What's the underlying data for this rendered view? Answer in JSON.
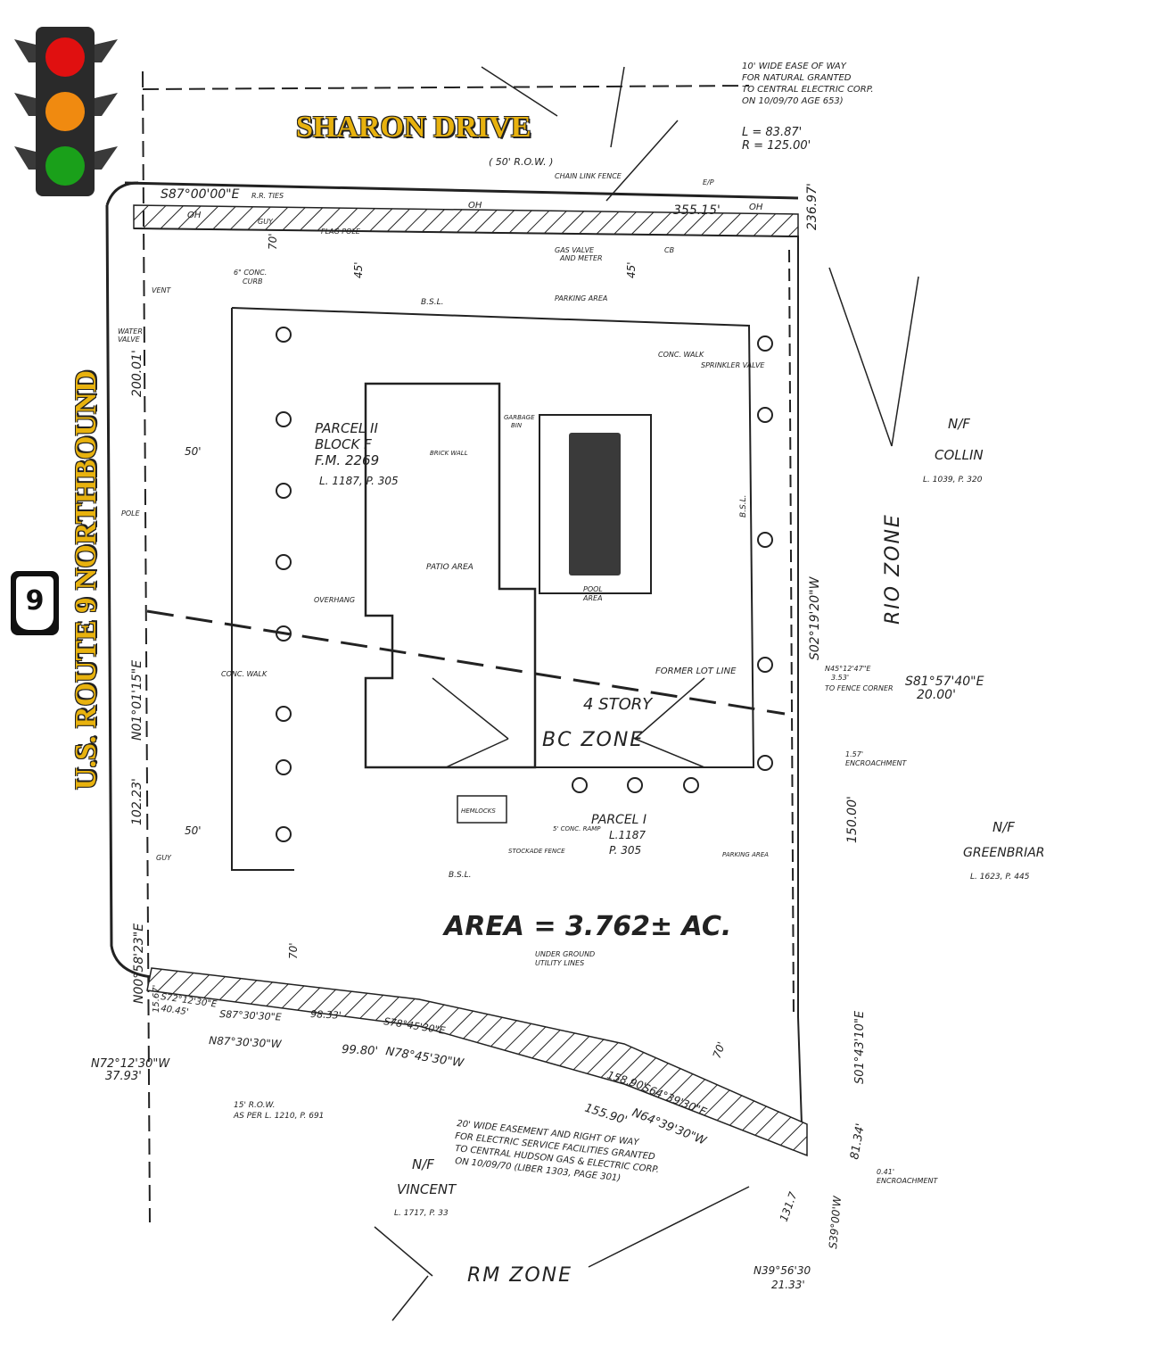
{
  "street": {
    "name": "SHARON DRIVE",
    "row": "( 50' R.O.W. )"
  },
  "route": {
    "label": "U.S. ROUTE 9 NORTHBOUND",
    "shield_number": "9"
  },
  "icons": {
    "signal": "traffic-light-icon",
    "shield": "us-route-shield-icon"
  },
  "colors": {
    "label_gold": "#e8b20e",
    "pool_fill": "#3a3a3a",
    "red": "#e01010",
    "amber": "#f08a10",
    "green": "#1aa01a"
  },
  "site": {
    "area": "AREA = 3.762± AC.",
    "story": "4 STORY",
    "former_lot_line": "FORMER LOT LINE",
    "parcel2": [
      "PARCEL II",
      "BLOCK F",
      "F.M. 2269",
      "L. 1187, P. 305"
    ],
    "parcel1": [
      "PARCEL I",
      "L.1187",
      "P. 305"
    ],
    "pool_area": [
      "POOL",
      "AREA"
    ],
    "patio": "PATIO AREA",
    "garbage": [
      "GARBAGE",
      "BIN"
    ],
    "hemlocks": "HEMLOCKS",
    "overhang": "OVERHANG",
    "parking_area": "PARKING AREA",
    "conc_walk": "CONC. WALK",
    "sprinkler": "SPRINKLER VALVE",
    "brick_wall": "BRICK WALL",
    "underground": [
      "UNDER GROUND",
      "UTILITY LINES"
    ],
    "stockade": "STOCKADE FENCE",
    "ramp": "5' CONC. RAMP",
    "bsl": "B.S.L."
  },
  "zones": {
    "bc": "BC ZONE",
    "rio": "RIO ZONE",
    "rm": "RM ZONE"
  },
  "neighbors": {
    "collin": [
      "N/F",
      "COLLIN",
      "L. 1039, P. 320"
    ],
    "greenbriar": [
      "N/F",
      "GREENBRIAR",
      "L. 1623, P. 445"
    ],
    "vincent": [
      "N/F",
      "VINCENT",
      "L. 1717, P. 33"
    ]
  },
  "bearings": {
    "top": "S87°00'00\"E",
    "top_dist": "355.15'",
    "curve": [
      "L = 83.87'",
      "R = 125.00'"
    ],
    "dist_236": "236.97'",
    "west": "N01°01'15\"E",
    "west_dist": "102.23'",
    "west_dist2": "200.01'",
    "west_lower": "N00°58'23\"E",
    "east": "S02°19'20\"W",
    "east_s81": "S81°57'40\"E",
    "east_s81_dist": "20.00'",
    "fence_corner": [
      "N45°12'47\"E",
      "3.53'",
      "TO FENCE CORNER"
    ],
    "east_150": "150.00'",
    "east_s01": "S01°43'10\"E",
    "east_81": "81.34'",
    "s_n87": "N87°30'30\"W",
    "s_9980": "99.80'",
    "s_n78": "N78°45'30\"W",
    "s_15590": "155.90'",
    "s_n64": "N64°39'30\"W",
    "s_s87": "S87°30'30\"E",
    "s_9833": "98.33'",
    "s_s78": "S78°45'30\"E",
    "s_15890": "158.90'",
    "s_s64": "S64°39'30\"E",
    "s_s72": "S72°12'30\"E",
    "s_4045": "40.45'",
    "s_1567": "15.67'",
    "sw_n72": "N72°12'30\"W",
    "sw_3793": "37.93'",
    "se_n39": "N39°56'30",
    "se_2133": "21.33'",
    "se_s39": "S39°00'W",
    "se_131": "131.7"
  },
  "notes": {
    "easement_top": [
      "10' WIDE EASE   OF WAY",
      "FOR NATURAL   GRANTED",
      "TO CENTRAL   ELECTRIC CORP.",
      "ON 10/09/70   AGE 653)"
    ],
    "easement_bottom": [
      "20' WIDE EASEMENT AND RIGHT OF WAY",
      "FOR ELECTRIC SERVICE FACILITIES GRANTED",
      "TO CENTRAL HUDSON GAS & ELECTRIC CORP.",
      "ON 10/09/70 (LIBER 1303, PAGE 301)"
    ],
    "row_15": [
      "15' R.O.W.",
      "AS PER L. 1210, P. 691"
    ],
    "chain_fence": "CHAIN LINK FENCE",
    "gas_valve": [
      "GAS VALVE",
      "AND METER"
    ],
    "water_valve": [
      "WATER",
      "VALVE"
    ],
    "vent": "VENT",
    "pole": "POLE",
    "flag_pole": "FLAG POLE",
    "encroachment_157": [
      "1.57'",
      "ENCROACHMENT"
    ],
    "encroachment_041": [
      "0.41'",
      "ENCROACHMENT"
    ],
    "rr_ties": "R.R. TIES",
    "conc_curb": [
      "6\" CONC.",
      "CURB"
    ],
    "dim_50": "50'",
    "dim_45": "45'",
    "dim_70": "70'",
    "oh": "OH",
    "ep": "E/P",
    "cb": "CB",
    "guy": "GUY"
  }
}
